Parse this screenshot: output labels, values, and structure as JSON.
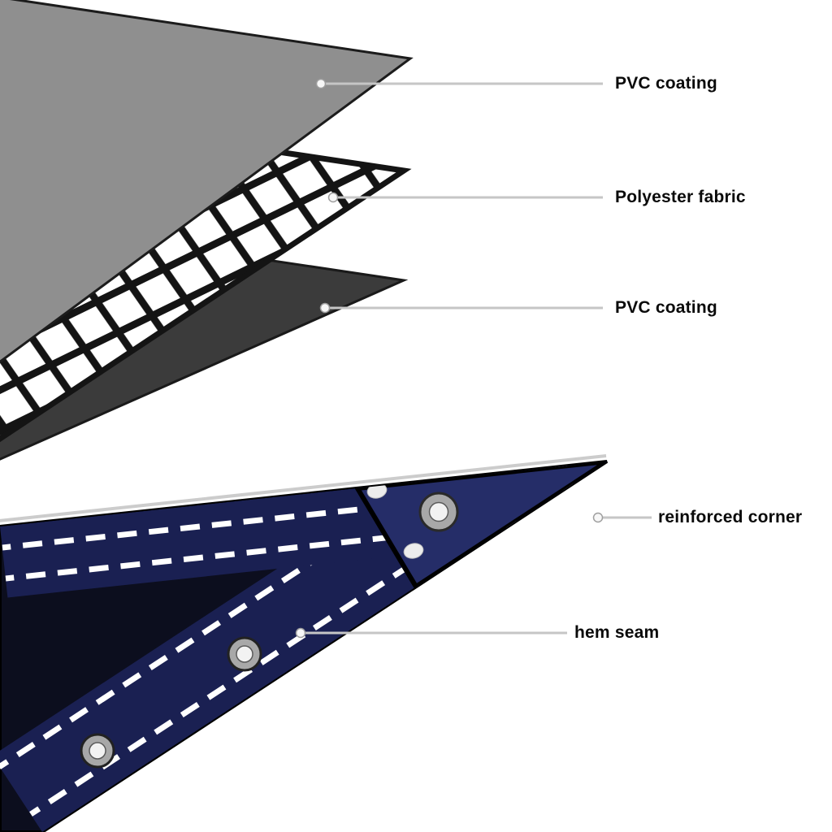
{
  "diagram": {
    "type": "product-layer-diagram",
    "subject": "tarpaulin construction layers",
    "labels": [
      {
        "id": "pvc-coating-top",
        "text": "PVC coating"
      },
      {
        "id": "polyester-fabric",
        "text": "Polyester fabric"
      },
      {
        "id": "pvc-coating-bottom",
        "text": "PVC coating"
      },
      {
        "id": "reinforced-corner",
        "text": "reinforced corner"
      },
      {
        "id": "hem-seam",
        "text": "hem seam"
      }
    ],
    "colors": {
      "background": "#ffffff",
      "label_text": "#0a0a0a",
      "pvc_top_gray": "#8f8f8f",
      "pvc_bottom_gray": "#3b3b3b",
      "mesh_black": "#141414",
      "mesh_white": "#ffffff",
      "tarp_base_black": "#0c0e1e",
      "tarp_band_navy": "#1a2052",
      "corner_patch_navy": "#252d68",
      "stitch_white": "#ffffff",
      "grommet_ring_gray": "#a8a8a8",
      "grommet_center": "#f2f2f2",
      "leader_line_gray": "#c6c6c6",
      "edge_highlight_gray": "#cccccc",
      "outline_black": "#000000"
    }
  }
}
